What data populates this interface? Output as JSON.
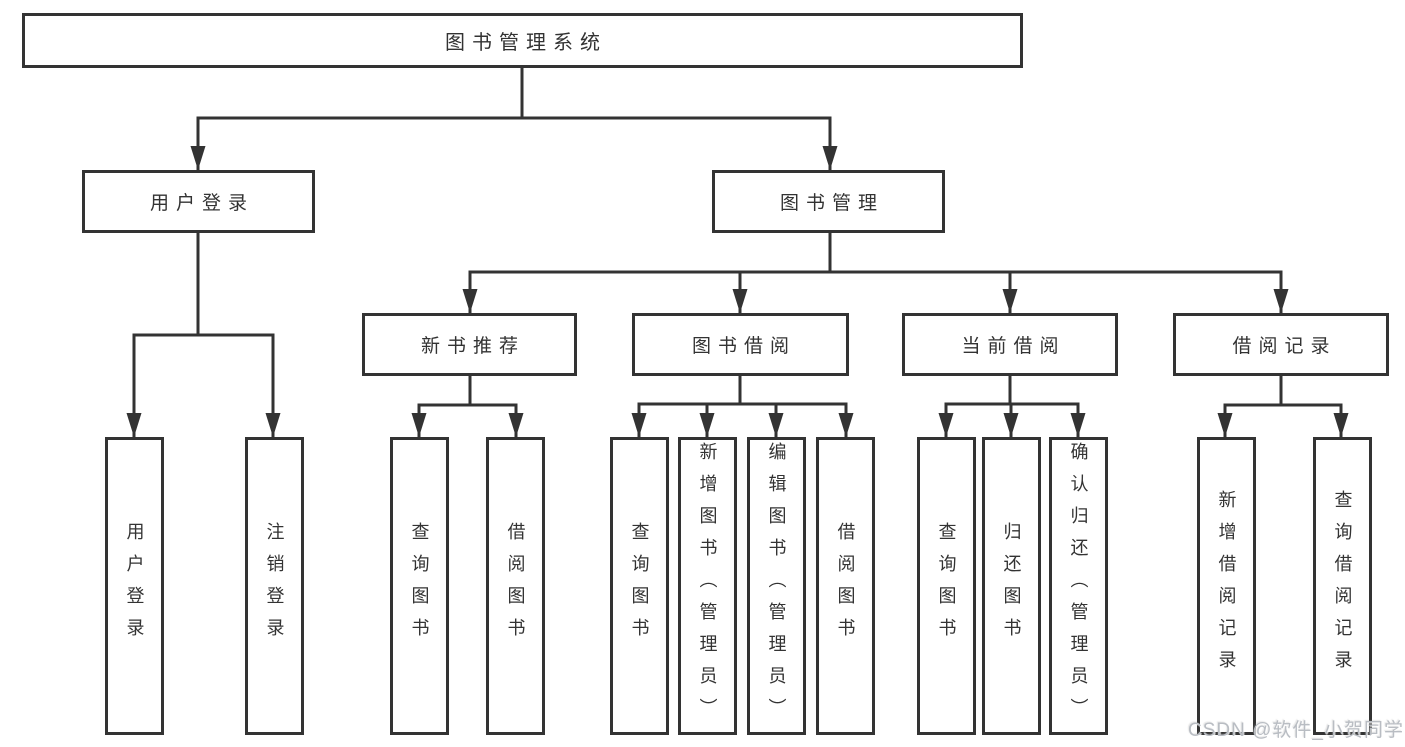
{
  "diagram": {
    "type": "hierarchy-tree",
    "colors": {
      "line": "#333333",
      "box_border": "#333333",
      "text": "#333333",
      "background": "#ffffff",
      "watermark": "#b9bdc3"
    },
    "root": {
      "label": "图书管理系统"
    },
    "branches": [
      {
        "label": "用户登录",
        "children": [
          {
            "label": "用户登录"
          },
          {
            "label": "注销登录"
          }
        ]
      },
      {
        "label": "图书管理",
        "children": [
          {
            "label": "新书推荐",
            "children": [
              {
                "label": "查询图书"
              },
              {
                "label": "借阅图书"
              }
            ]
          },
          {
            "label": "图书借阅",
            "children": [
              {
                "label": "查询图书"
              },
              {
                "label": "新增图书（管理员）"
              },
              {
                "label": "编辑图书（管理员）"
              },
              {
                "label": "借阅图书"
              }
            ]
          },
          {
            "label": "当前借阅",
            "children": [
              {
                "label": "查询图书"
              },
              {
                "label": "归还图书"
              },
              {
                "label": "确认归还（管理员）"
              }
            ]
          },
          {
            "label": "借阅记录",
            "children": [
              {
                "label": "新增借阅记录"
              },
              {
                "label": "查询借阅记录"
              }
            ]
          }
        ]
      }
    ],
    "watermark": "CSDN @软件_小贺同学"
  }
}
